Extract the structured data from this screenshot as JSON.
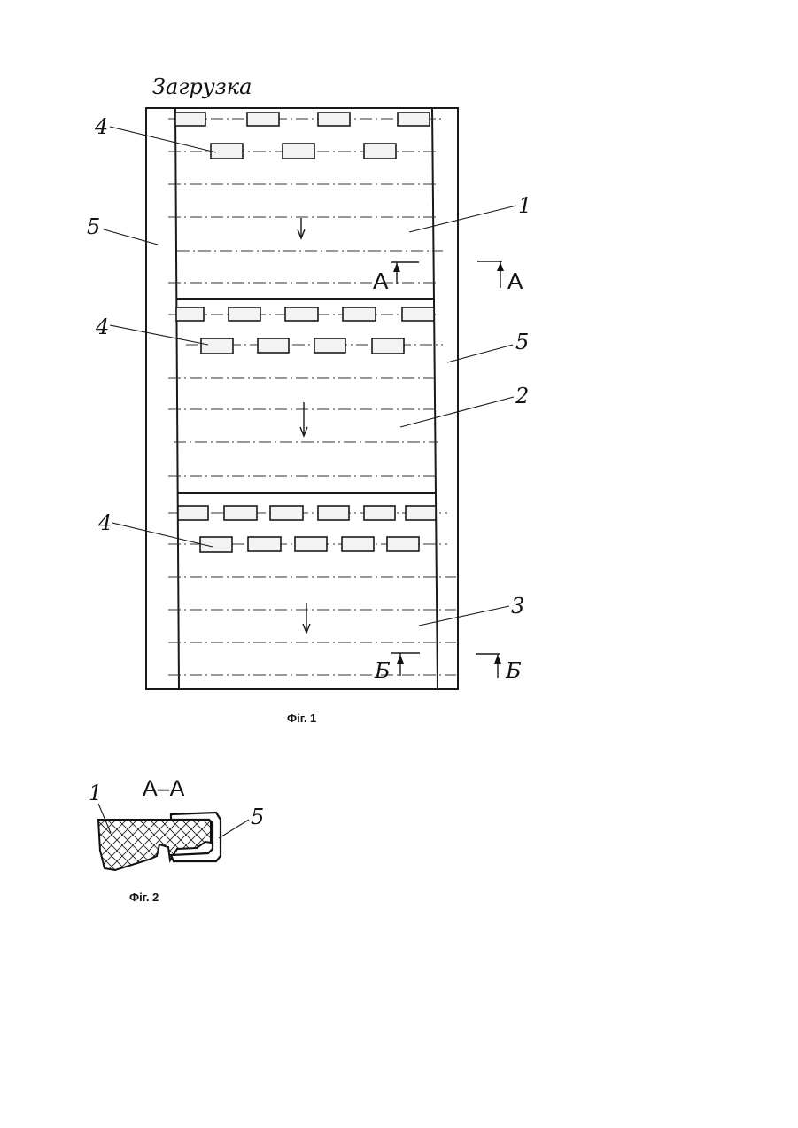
{
  "figure1": {
    "load_label": "Загрузка",
    "section_labels": [
      "1",
      "2",
      "3"
    ],
    "slot_label": "4",
    "frame_label": "5",
    "cut_a_letter": "А",
    "cut_b_letter": "Б",
    "caption": "Фіг. 1"
  },
  "figure2": {
    "section_title": "А–А",
    "material_label": "1",
    "frame_label": "5",
    "caption": "Фіг. 2"
  }
}
